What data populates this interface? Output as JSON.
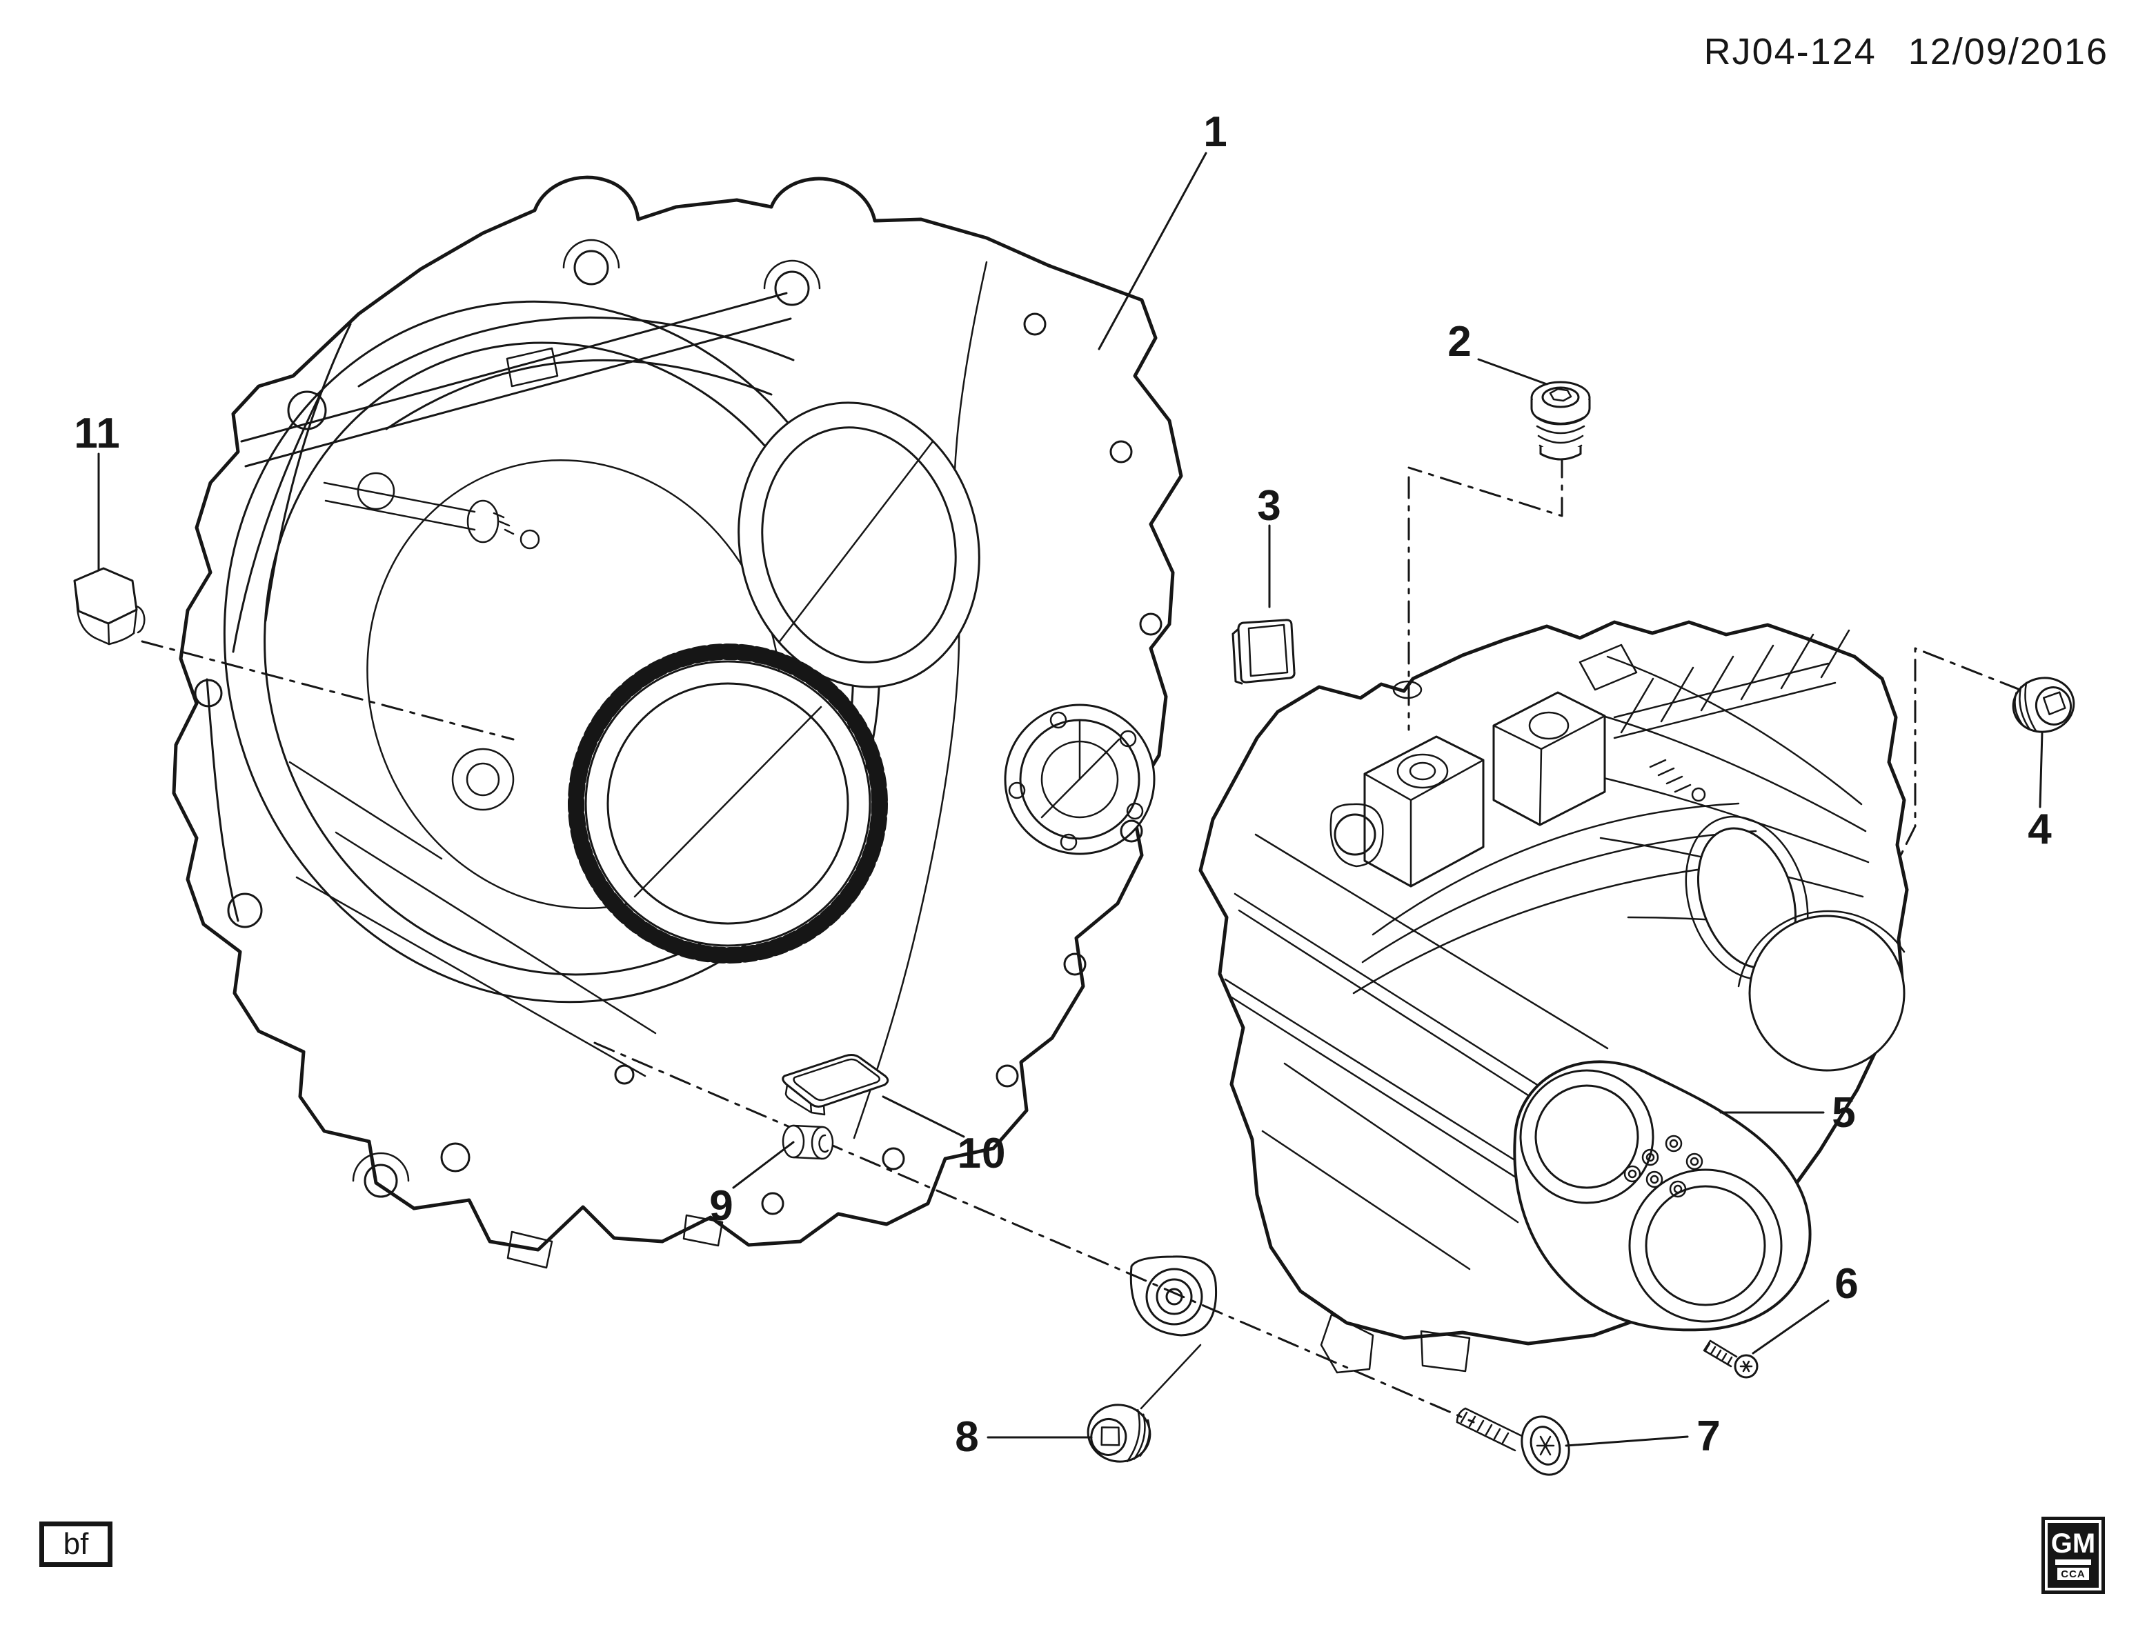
{
  "header": {
    "drawing_number": "RJ04-124",
    "date": "12/09/2016"
  },
  "footer": {
    "page_code": "bf",
    "logo_text": "GM",
    "logo_subtext": "CCA"
  },
  "callouts": [
    {
      "label": "1"
    },
    {
      "label": "2"
    },
    {
      "label": "3"
    },
    {
      "label": "4"
    },
    {
      "label": "5"
    },
    {
      "label": "6"
    },
    {
      "label": "7"
    },
    {
      "label": "8"
    },
    {
      "label": "9"
    },
    {
      "label": "10"
    },
    {
      "label": "11"
    }
  ],
  "colors": {
    "ink": "#161616",
    "paper": "#ffffff"
  }
}
